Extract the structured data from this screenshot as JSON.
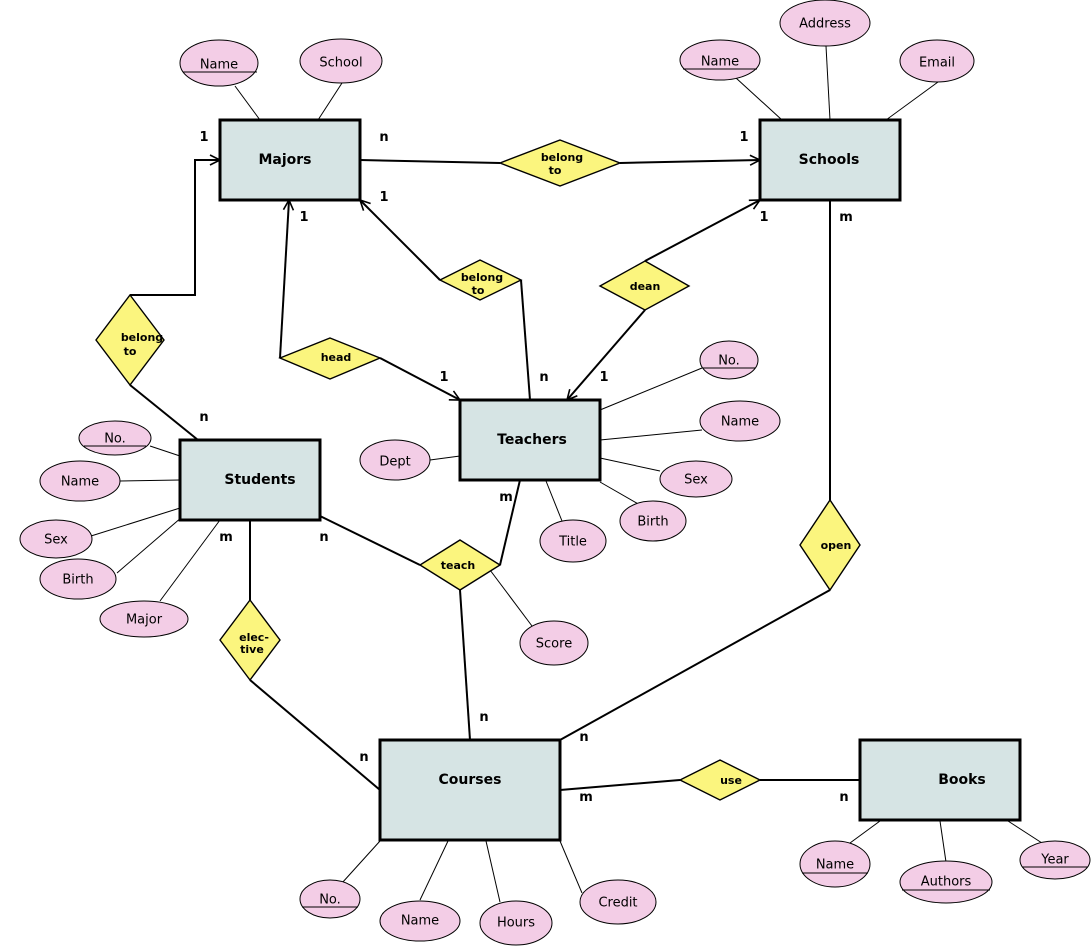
{
  "entities": {
    "majors": "Majors",
    "schools": "Schools",
    "teachers": "Teachers",
    "students": "Students",
    "courses": "Courses",
    "books": "Books"
  },
  "attributes": {
    "majors_name": "Name",
    "majors_school": "School",
    "schools_name": "Name",
    "schools_address": "Address",
    "schools_email": "Email",
    "teachers_dept": "Dept",
    "teachers_no": "No.",
    "teachers_name": "Name",
    "teachers_sex": "Sex",
    "teachers_birth": "Birth",
    "teachers_title": "Title",
    "students_no": "No.",
    "students_name": "Name",
    "students_sex": "Sex",
    "students_birth": "Birth",
    "students_major": "Major",
    "teach_score": "Score",
    "courses_no": "No.",
    "courses_name": "Name",
    "courses_hours": "Hours",
    "courses_credit": "Credit",
    "books_name": "Name",
    "books_authors": "Authors",
    "books_year": "Year"
  },
  "relationships": {
    "majors_schools": [
      "belong",
      "to"
    ],
    "majors_teachers": [
      "belong",
      "to"
    ],
    "students_majors": [
      "belong",
      "to"
    ],
    "dean": [
      "dean"
    ],
    "head": [
      "head"
    ],
    "teach": [
      "teach"
    ],
    "elective": [
      "elec-",
      "tive"
    ],
    "open": [
      "open"
    ],
    "use": [
      "use"
    ]
  },
  "cardinalities": {
    "majors_schools_majors_side": "n",
    "majors_schools_schools_side": "1",
    "majors_left_1": "1",
    "majors_teachers_majors_side": "1",
    "head_majors_side": "1",
    "dean_schools_side": "1",
    "schools_open_side": "m",
    "head_teachers_side": "1",
    "majors_teachers_teachers_side": "n",
    "dean_teachers_side": "1",
    "students_majors_students_side": "n",
    "teach_teachers_side": "m",
    "students_elective_side": "m",
    "teach_students_side": "n",
    "teach_courses_side": "n",
    "courses_open_side": "n",
    "elective_courses_side": "n",
    "use_courses_side": "m",
    "use_books_side": "n"
  }
}
